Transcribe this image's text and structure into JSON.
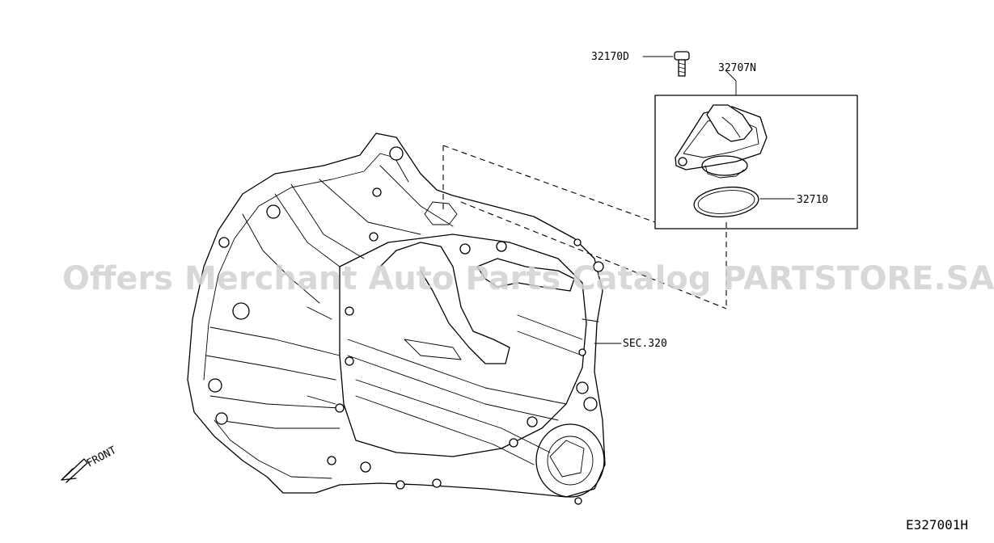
{
  "diagram": {
    "code": "E327001H",
    "watermark": "Offers Merchant Auto Parts Catalog PARTSTORE.SA",
    "front_label": "FRONT",
    "parts": [
      {
        "id": "p1",
        "number": "32170D"
      },
      {
        "id": "p2",
        "number": "32707N"
      },
      {
        "id": "p3",
        "number": "32710"
      },
      {
        "id": "p4",
        "number": "SEC.320"
      }
    ]
  }
}
